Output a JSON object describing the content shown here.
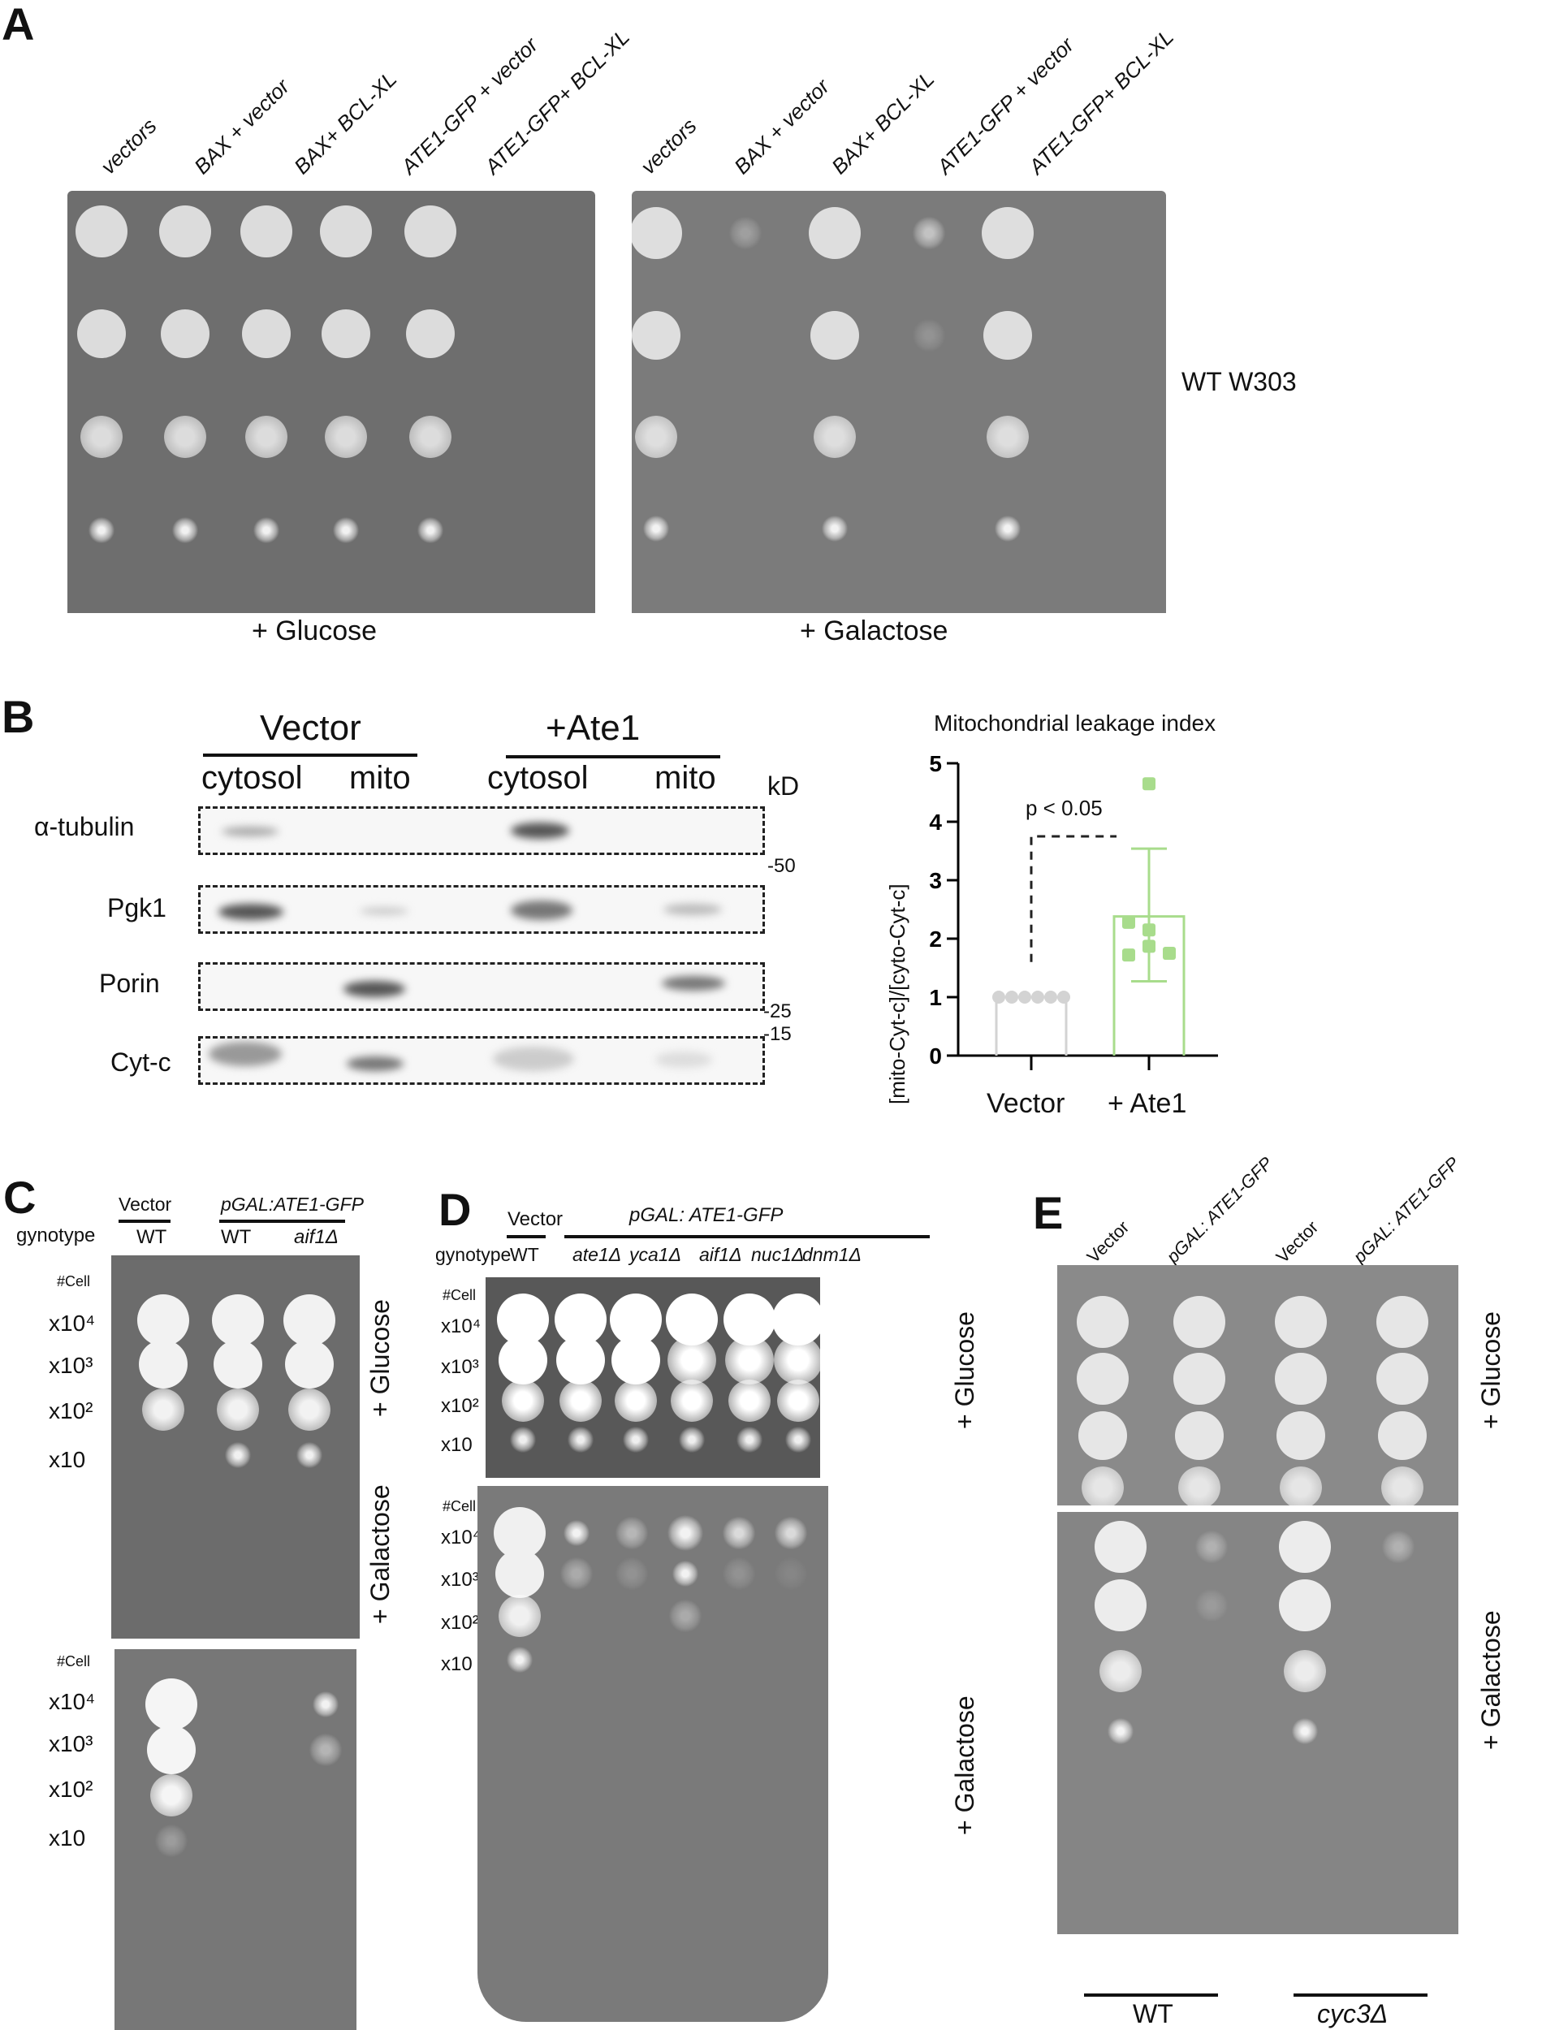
{
  "panels": {
    "A": {
      "letter": "A",
      "column_labels": [
        "vectors",
        "BAX + vector",
        "BAX+ BCL-XL",
        "ATE1-GFP + vector",
        "ATE1-GFP+ BCL-XL"
      ],
      "plates": [
        {
          "caption": "+ Glucose",
          "growth": [
            [
              4,
              4,
              4,
              4,
              4
            ],
            [
              3,
              3,
              3,
              3,
              3
            ],
            [
              2,
              2,
              2,
              2,
              2
            ],
            [
              1,
              1,
              1,
              1,
              1
            ]
          ]
        },
        {
          "caption": "+ Galactose",
          "growth": [
            [
              4,
              0.3,
              4,
              0.6,
              4.2
            ],
            [
              3,
              0,
              3,
              0.2,
              3.2
            ],
            [
              2,
              0,
              2,
              0,
              2
            ],
            [
              1,
              0,
              1,
              0,
              1
            ]
          ]
        }
      ],
      "strain_label": "WT W303"
    },
    "B": {
      "letter": "B",
      "groups": [
        {
          "label": "Vector",
          "lanes": [
            "cytosol",
            "mito"
          ]
        },
        {
          "label": "+Ate1",
          "lanes": [
            "cytosol",
            "mito"
          ]
        }
      ],
      "kd_label": "kD",
      "rows": [
        {
          "label": "α-tubulin",
          "marker": "-50"
        },
        {
          "label": "Pgk1",
          "marker": ""
        },
        {
          "label": "Porin",
          "marker": "-25"
        },
        {
          "label": "Cyt-c",
          "marker": "-15"
        }
      ],
      "chart": {
        "title": "Mitochondrial leakage index",
        "ylabel": "[mito-Cyt-c]/[cyto-Cyt-c]",
        "yticks": [
          "0",
          "1",
          "2",
          "3",
          "4",
          "5"
        ],
        "xticks": [
          "Vector",
          "+ Ate1"
        ],
        "significance": "p < 0.05"
      }
    },
    "C": {
      "letter": "C",
      "group_labels": [
        "Vector",
        "pGAL:ATE1-GFP"
      ],
      "genotype_label": "gynotype",
      "genotypes": [
        "WT",
        "WT",
        "aif1Δ"
      ],
      "cell_label": "#Cell",
      "dilutions": [
        "x10⁴",
        "x10³",
        "x10²",
        "x10"
      ],
      "plates": [
        {
          "caption": "+ Glucose"
        },
        {
          "caption": "+ Galactose"
        }
      ]
    },
    "D": {
      "letter": "D",
      "group_labels": [
        "Vector",
        "pGAL: ATE1-GFP"
      ],
      "genotype_label": "gynotype",
      "genotypes": [
        "WT",
        "ate1Δ",
        "yca1Δ",
        "aif1Δ",
        "nuc1Δ",
        "dnm1Δ"
      ],
      "cell_label": "#Cell",
      "dilutions": [
        "x10⁴",
        "x10³",
        "x10²",
        "x10"
      ],
      "plates": [
        {
          "caption": "+ Glucose"
        },
        {
          "caption": "+ Galactose"
        }
      ]
    },
    "E": {
      "letter": "E",
      "column_labels": [
        "Vector",
        "pGAL: ATE1-GFP",
        "Vector",
        "pGAL: ATE1-GFP"
      ],
      "plates": [
        {
          "caption": "+ Glucose"
        },
        {
          "caption": "+ Galactose"
        }
      ],
      "strain_labels": [
        "WT",
        "cyc3Δ"
      ]
    }
  },
  "chart_data": {
    "type": "bar",
    "title": "Mitochondrial leakage index",
    "xlabel": "",
    "ylabel": "[mito-Cyt-c]/[cyto-Cyt-c]",
    "categories": [
      "Vector",
      "+ Ate1"
    ],
    "values": [
      1.0,
      2.38
    ],
    "error_bars": [
      [
        1.0,
        1.0
      ],
      [
        1.27,
        3.54
      ]
    ],
    "points": {
      "Vector": [
        1.0,
        1.0,
        1.0,
        1.0,
        1.0,
        1.0
      ],
      "+ Ate1": [
        4.65,
        2.28,
        2.15,
        1.87,
        1.72,
        1.75
      ]
    },
    "colors": {
      "Vector": "#d3d3d3",
      "+ Ate1": "#a8dc8c"
    },
    "ylim": [
      0,
      5
    ],
    "yticks": [
      0,
      1,
      2,
      3,
      4,
      5
    ],
    "annotations": [
      "p < 0.05"
    ],
    "grid": false
  }
}
